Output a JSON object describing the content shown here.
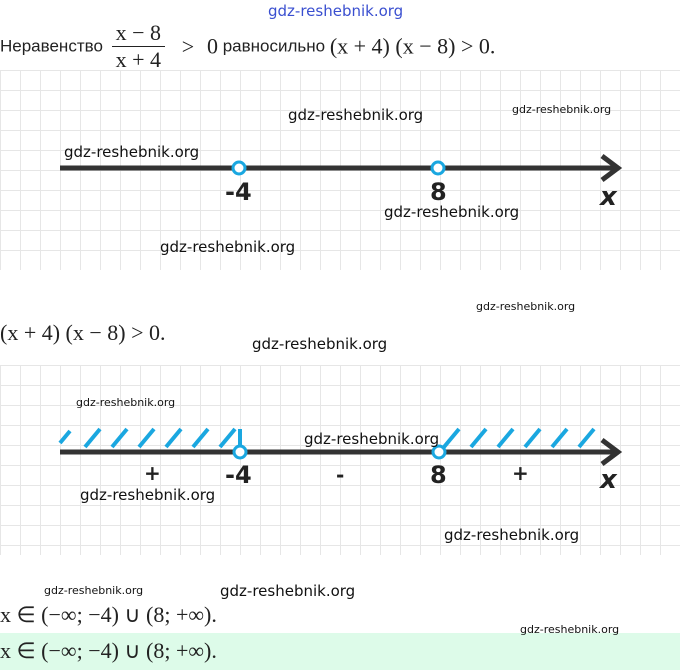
{
  "watermark": "gdz-reshebnik.org",
  "intro": {
    "text1": "Неравенство",
    "num": "x − 8",
    "den": "x + 4",
    "gt": ">",
    "zero": "0",
    "text2": "равносильно",
    "product": "(x + 4) (x − 8)  >  0."
  },
  "graph1": {
    "points": [
      "-4",
      "8"
    ],
    "axis": "x"
  },
  "inequality": "(x + 4) (x − 8)  >  0.",
  "graph2": {
    "points": [
      "-4",
      "8"
    ],
    "axis": "x",
    "signs": [
      "+",
      "-",
      "+"
    ]
  },
  "answer": "x ∈ (−∞;  −4) ∪ (8;  +∞).",
  "final_answer": "x ∈ (−∞;  −4) ∪ (8;  +∞).",
  "colors": {
    "accent": "#1aa7e0",
    "answer_bg": "#ddfbe9",
    "watermark_top": "#3a4fd0"
  }
}
